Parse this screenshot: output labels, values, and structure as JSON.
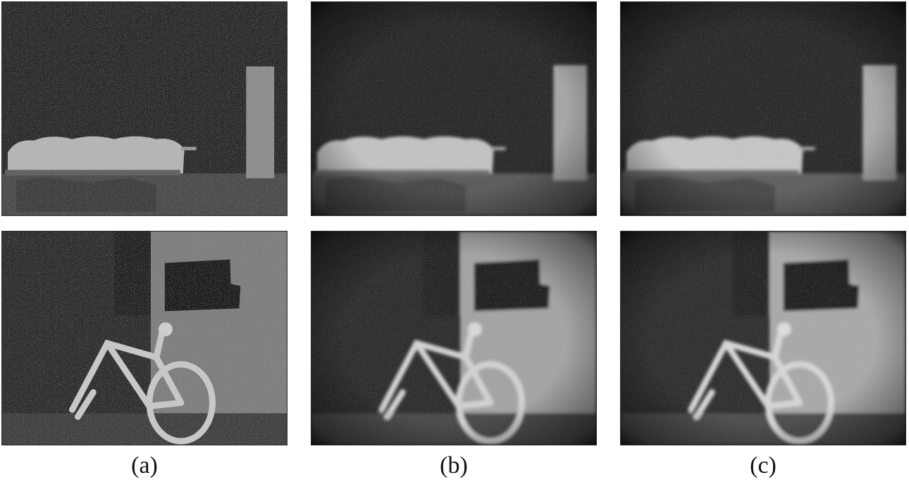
{
  "figure": {
    "captions": [
      "(a)",
      "(b)",
      "(c)"
    ],
    "rows": [
      {
        "scene": "vehicle-and-wall",
        "panels": [
          {
            "variant": "raw-noisy"
          },
          {
            "variant": "vignetted-smooth"
          },
          {
            "variant": "vignetted-smooth"
          }
        ]
      },
      {
        "scene": "bicycle-against-wall",
        "panels": [
          {
            "variant": "raw-noisy"
          },
          {
            "variant": "vignetted-smooth"
          },
          {
            "variant": "vignetted-smooth"
          }
        ]
      }
    ]
  },
  "colors": {
    "background": "#ffffff",
    "dark_scene": "#232323",
    "bright_surface": "#b9b9b9",
    "caption_text": "#111111"
  }
}
